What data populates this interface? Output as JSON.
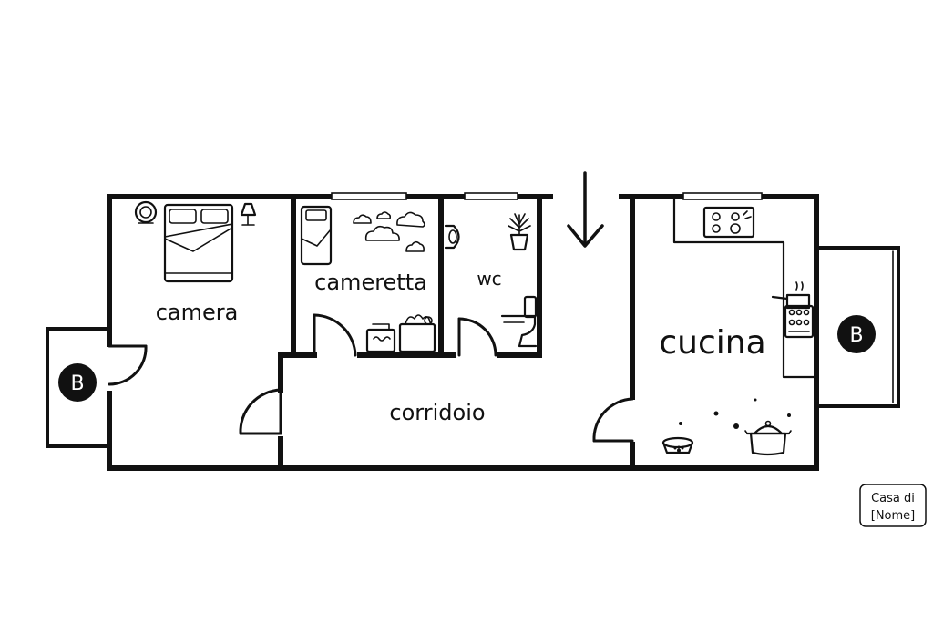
{
  "rooms": {
    "camera": "camera",
    "cameretta": "cameretta",
    "wc": "wc",
    "cucina": "cucina",
    "corridoio": "corridoio"
  },
  "balconies": {
    "left": "B",
    "right": "B"
  },
  "stamp": {
    "line1": "Casa di",
    "line2": "[Nome]"
  },
  "icons": [
    "clock-icon",
    "double-bed-icon",
    "lamp-icon",
    "single-bed-icon",
    "cloud-icon",
    "plant-icon",
    "sink-icon",
    "toilet-icon",
    "toy-box-icon",
    "stove-icon",
    "pot-icon",
    "pet-bowl-icon",
    "entrance-arrow-icon"
  ]
}
